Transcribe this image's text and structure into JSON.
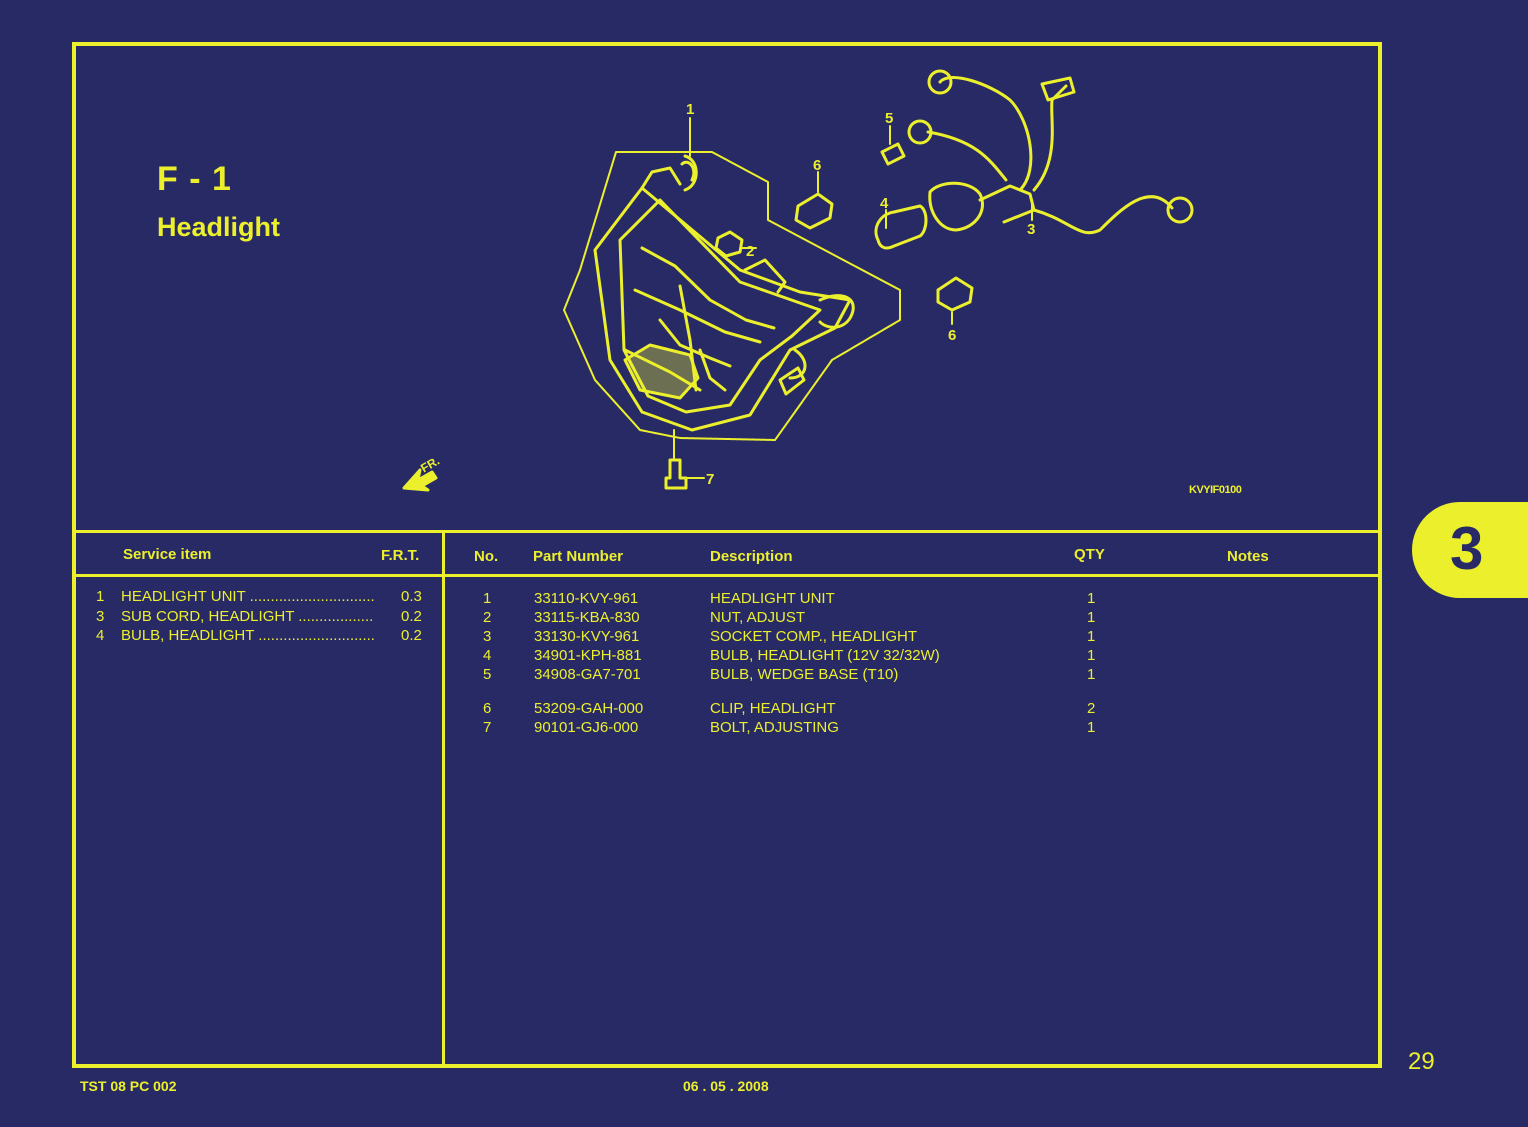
{
  "header": {
    "code": "F - 1",
    "title": "Headlight"
  },
  "diagram": {
    "callouts": [
      "1",
      "2",
      "3",
      "4",
      "5",
      "6",
      "6",
      "7"
    ],
    "direction_label": "FR.",
    "ref_code": "KVYIF0100"
  },
  "service_table": {
    "headers": {
      "item": "Service item",
      "frt": "F.R.T."
    },
    "rows": [
      {
        "no": "1",
        "name": "HEADLIGHT UNIT",
        "dots": "..............................",
        "frt": "0.3"
      },
      {
        "no": "3",
        "name": "SUB CORD, HEADLIGHT",
        "dots": "..................",
        "frt": "0.2"
      },
      {
        "no": "4",
        "name": "BULB, HEADLIGHT",
        "dots": "............................",
        "frt": "0.2"
      }
    ]
  },
  "parts_table": {
    "headers": {
      "no": "No.",
      "part_number": "Part Number",
      "description": "Description",
      "qty": "QTY",
      "notes": "Notes"
    },
    "rows": [
      {
        "no": "1",
        "part_number": "33110-KVY-961",
        "description": "HEADLIGHT UNIT",
        "qty": "1"
      },
      {
        "no": "2",
        "part_number": "33115-KBA-830",
        "description": "NUT, ADJUST",
        "qty": "1"
      },
      {
        "no": "3",
        "part_number": "33130-KVY-961",
        "description": "SOCKET COMP., HEADLIGHT",
        "qty": "1"
      },
      {
        "no": "4",
        "part_number": "34901-KPH-881",
        "description": "BULB, HEADLIGHT (12V 32/32W)",
        "qty": "1"
      },
      {
        "no": "5",
        "part_number": "34908-GA7-701",
        "description": "BULB, WEDGE BASE (T10)",
        "qty": "1"
      },
      {
        "no": "6",
        "part_number": "53209-GAH-000",
        "description": "CLIP, HEADLIGHT",
        "qty": "2"
      },
      {
        "no": "7",
        "part_number": "90101-GJ6-000",
        "description": "BOLT, ADJUSTING",
        "qty": "1"
      }
    ]
  },
  "section_tab": "3",
  "page_number": "29",
  "footer": {
    "left": "TST 08 PC 002",
    "center": "06 . 05 . 2008"
  },
  "colors": {
    "background": "#282a66",
    "ink": "#ecf02c"
  }
}
